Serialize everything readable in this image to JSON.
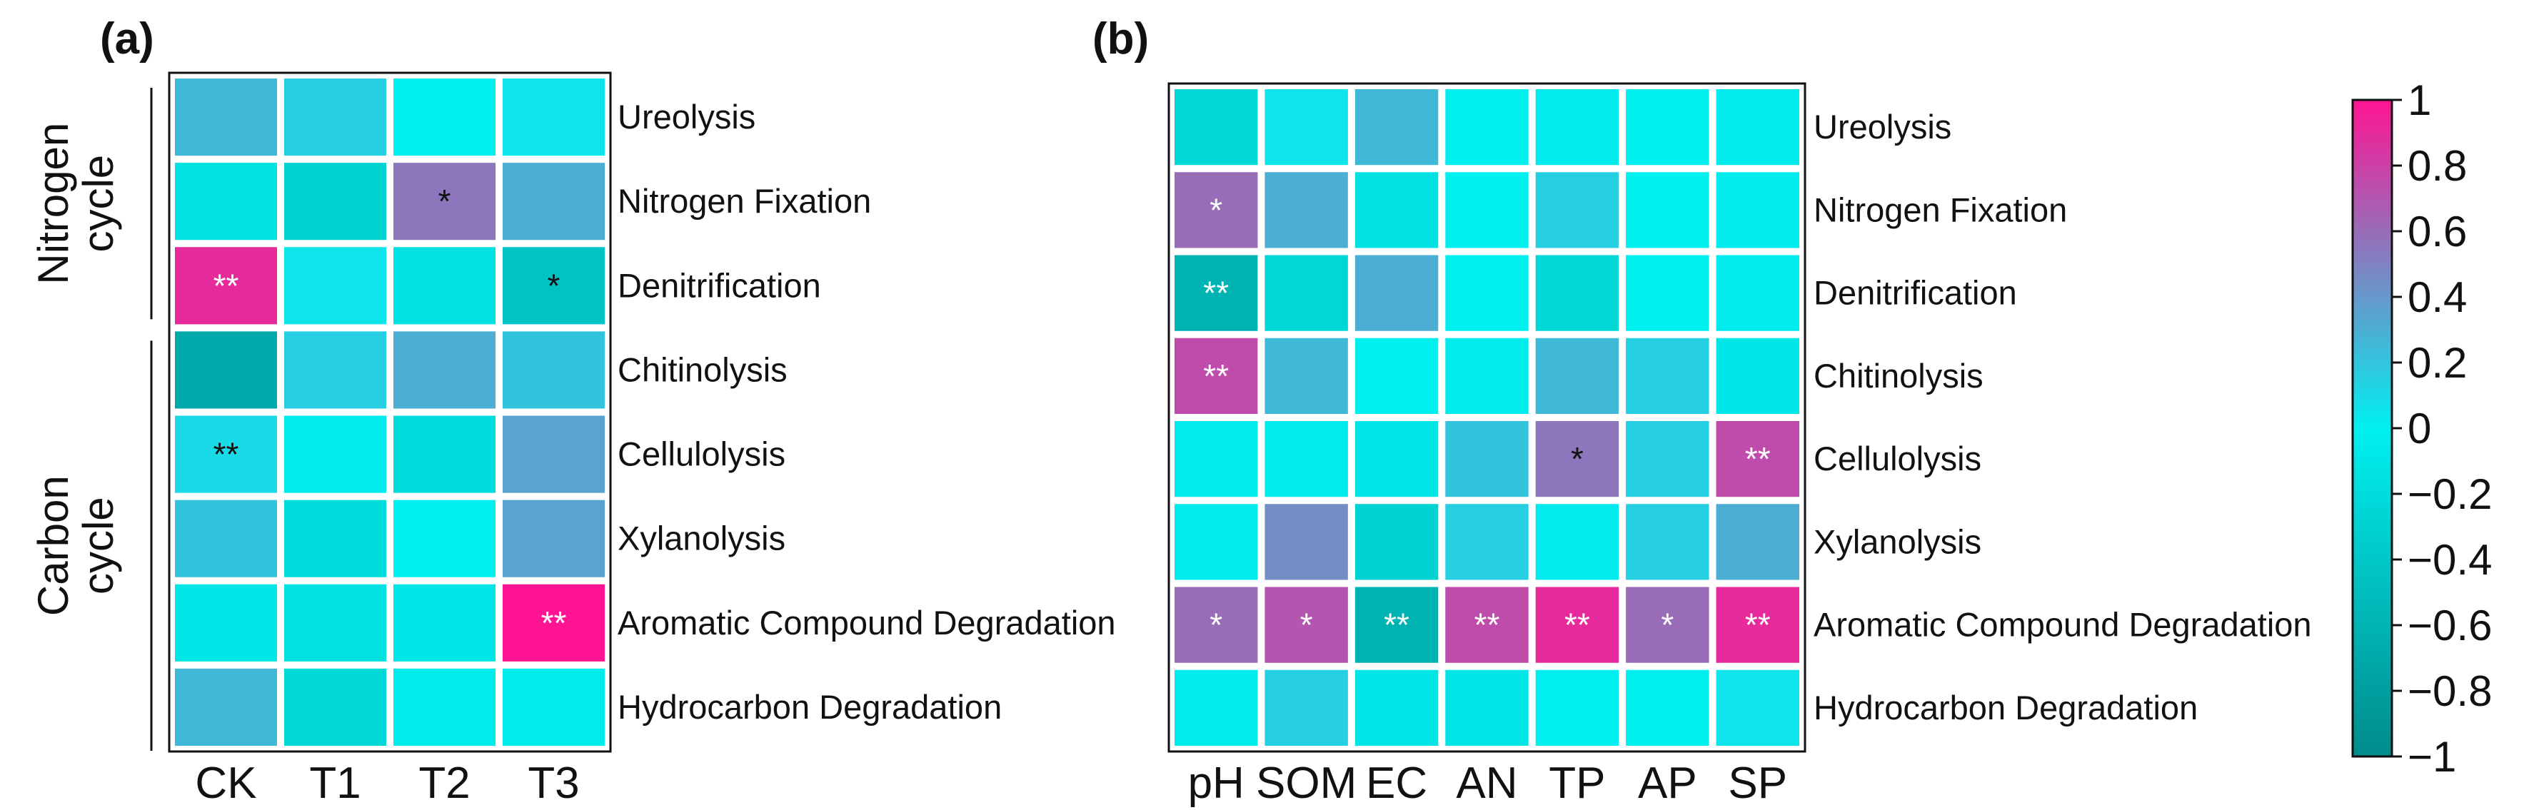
{
  "panel_labels": [
    "(a)",
    "(b)"
  ],
  "colors": {
    "scale": [
      "#008B8B",
      "#00F0F0",
      "#FF1493"
    ],
    "cell_border": "#ffffff",
    "sig_dark_text": "#111111",
    "sig_light_text": "#ffffff"
  },
  "chart_data": [
    {
      "type": "heatmap",
      "panel": "(a)",
      "title": "",
      "rows": [
        "Ureolysis",
        "Nitrogen Fixation",
        "Denitrification",
        "Chitinolysis",
        "Cellulolysis",
        "Xylanolysis",
        "Aromatic Compound Degradation",
        "Hydrocarbon Degradation"
      ],
      "columns": [
        "CK",
        "T1",
        "T2",
        "T3"
      ],
      "row_groups": [
        {
          "label_lines": [
            "Nitrogen",
            "cycle"
          ],
          "rows": [
            0,
            2
          ]
        },
        {
          "label_lines": [
            "Carbon",
            "cycle"
          ],
          "rows": [
            3,
            7
          ]
        }
      ],
      "values": [
        [
          0.25,
          0.15,
          0.0,
          0.05
        ],
        [
          -0.15,
          -0.3,
          0.55,
          0.3
        ],
        [
          0.9,
          0.05,
          -0.15,
          -0.45
        ],
        [
          -0.7,
          0.15,
          0.3,
          0.2
        ],
        [
          0.1,
          -0.05,
          -0.2,
          0.35
        ],
        [
          0.2,
          -0.2,
          0.0,
          0.35
        ],
        [
          -0.1,
          -0.15,
          -0.1,
          1.0
        ],
        [
          0.25,
          -0.25,
          -0.05,
          -0.05
        ]
      ],
      "significance": [
        [
          "",
          "",
          "",
          ""
        ],
        [
          "",
          "",
          "*",
          ""
        ],
        [
          "**",
          "",
          "",
          "*"
        ],
        [
          "",
          "",
          "",
          ""
        ],
        [
          "**",
          "",
          "",
          ""
        ],
        [
          "",
          "",
          "",
          ""
        ],
        [
          "",
          "",
          "",
          "**"
        ],
        [
          "",
          "",
          "",
          ""
        ]
      ]
    },
    {
      "type": "heatmap",
      "panel": "(b)",
      "title": "",
      "rows": [
        "Ureolysis",
        "Nitrogen Fixation",
        "Denitrification",
        "Chitinolysis",
        "Cellulolysis",
        "Xylanolysis",
        "Aromatic Compound Degradation",
        "Hydrocarbon Degradation"
      ],
      "columns": [
        "pH",
        "SOM",
        "EC",
        "AN",
        "TP",
        "AP",
        "SP"
      ],
      "values": [
        [
          -0.25,
          0.05,
          0.25,
          0.0,
          -0.05,
          0.0,
          -0.05
        ],
        [
          0.6,
          0.3,
          -0.15,
          0.0,
          0.15,
          0.0,
          -0.05
        ],
        [
          -0.6,
          -0.25,
          0.3,
          0.0,
          -0.25,
          0.0,
          -0.05
        ],
        [
          0.75,
          0.25,
          0.0,
          -0.05,
          0.25,
          0.15,
          -0.1
        ],
        [
          -0.05,
          -0.05,
          -0.1,
          0.2,
          0.55,
          0.15,
          0.75
        ],
        [
          -0.05,
          0.45,
          -0.3,
          0.15,
          -0.05,
          0.15,
          0.3
        ],
        [
          0.6,
          0.7,
          -0.6,
          0.75,
          0.9,
          0.6,
          0.9
        ],
        [
          -0.05,
          0.15,
          -0.1,
          -0.1,
          0.0,
          0.0,
          0.05
        ]
      ],
      "significance": [
        [
          "",
          "",
          "",
          "",
          "",
          "",
          ""
        ],
        [
          "*",
          "",
          "",
          "",
          "",
          "",
          ""
        ],
        [
          "**",
          "",
          "",
          "",
          "",
          "",
          ""
        ],
        [
          "**",
          "",
          "",
          "",
          "",
          "",
          ""
        ],
        [
          "",
          "",
          "",
          "",
          "*",
          "",
          "**"
        ],
        [
          "",
          "",
          "",
          "",
          "",
          "",
          ""
        ],
        [
          "*",
          "*",
          "**",
          "**",
          "**",
          "*",
          "**"
        ],
        [
          "",
          "",
          "",
          "",
          "",
          "",
          ""
        ]
      ]
    }
  ],
  "colorbar": {
    "min": -1,
    "max": 1,
    "ticks": [
      1,
      0.8,
      0.6,
      0.4,
      0.2,
      0,
      -0.2,
      -0.4,
      -0.6,
      -0.8,
      -1
    ],
    "tick_labels": [
      "1",
      "0.8",
      "0.6",
      "0.4",
      "0.2",
      "0",
      "−0.2",
      "−0.4",
      "−0.6",
      "−0.8",
      "−1"
    ]
  }
}
